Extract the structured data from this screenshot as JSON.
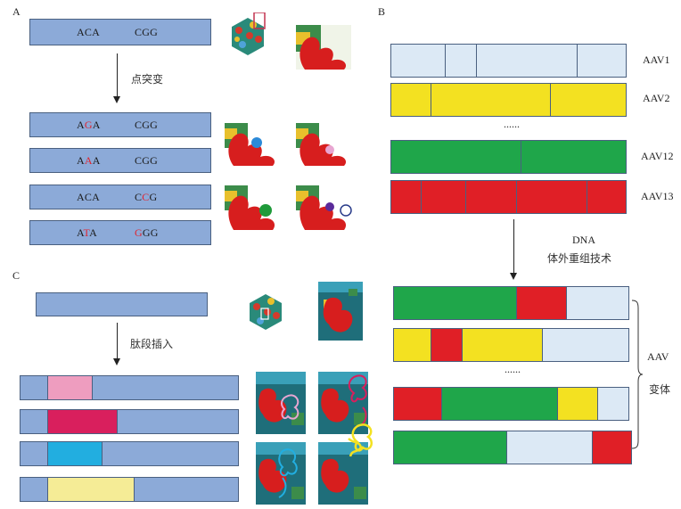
{
  "panels": {
    "a": "A",
    "b": "B",
    "c": "C"
  },
  "panel_a": {
    "arrow_label": "点突变",
    "rows": [
      {
        "codon1": [
          "ACA"
        ],
        "codon2": [
          "CGG"
        ]
      },
      {
        "codon1": [
          "A",
          "G",
          "A"
        ],
        "codon2": [
          "CGG"
        ],
        "mut1": 1
      },
      {
        "codon1": [
          "A",
          "A",
          "A"
        ],
        "codon2": [
          "CGG"
        ],
        "mut1": 1
      },
      {
        "codon1": [
          "ACA"
        ],
        "codon2": [
          "C",
          "C",
          "G"
        ],
        "mut2": 1
      },
      {
        "codon1": [
          "A",
          "T",
          "A"
        ],
        "codon2": [
          "G",
          "GG"
        ],
        "mut1": 1,
        "mut2": 0
      }
    ]
  },
  "panel_b": {
    "serotypes": [
      "AAV1",
      "AAV2",
      "......",
      "AAV12",
      "AAV13"
    ],
    "dna_label": "DNA",
    "tech_label": "体外重组技术",
    "variant_dots": "......",
    "variant_label_1": "AAV",
    "variant_label_2": "变体",
    "colors": {
      "light_blue": "#dce9f5",
      "yellow": "#f3e121",
      "green": "#1fa64a",
      "red": "#e01f26"
    }
  },
  "panel_c": {
    "arrow_label": "肽段插入",
    "insert_colors": [
      "#ee9dbf",
      "#d91f5d",
      "#22aee0",
      "#f5ec96"
    ]
  }
}
